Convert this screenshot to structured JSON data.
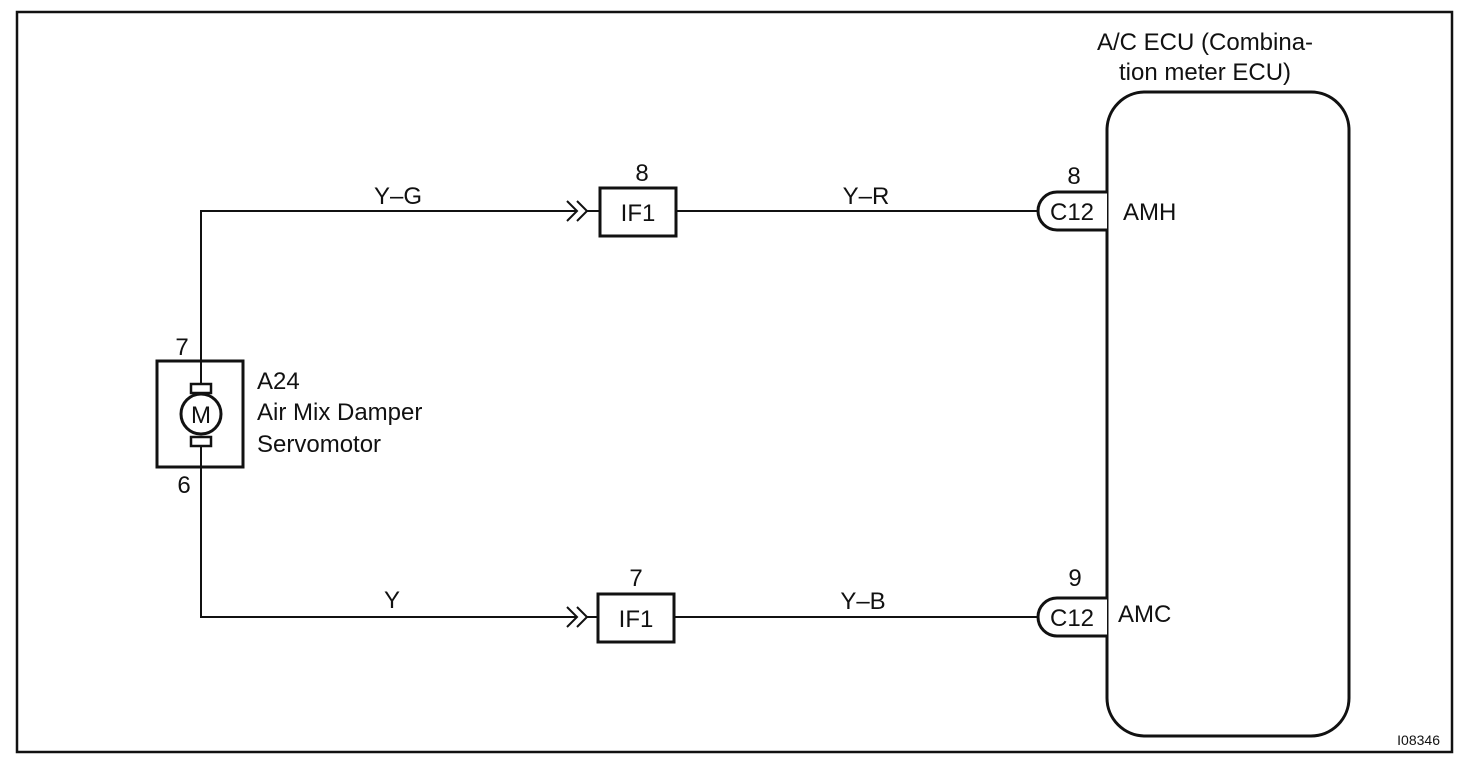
{
  "ecu": {
    "title_line1": "A/C  ECU  (Combina-",
    "title_line2": "tion meter ECU)",
    "terminal_top": "AMH",
    "terminal_bottom": "AMC"
  },
  "motor": {
    "id": "A24",
    "name_line1": "Air Mix Damper",
    "name_line2": "Servomotor",
    "symbol": "M",
    "pin_top": "7",
    "pin_bottom": "6"
  },
  "top_circuit": {
    "wire_left": "Y–G",
    "junction": "IF1",
    "junction_pin": "8",
    "wire_right": "Y–R",
    "connector": "C12",
    "connector_pin": "8"
  },
  "bottom_circuit": {
    "wire_left": "Y",
    "junction": "IF1",
    "junction_pin": "7",
    "wire_right": "Y–B",
    "connector": "C12",
    "connector_pin": "9"
  },
  "figure_code": "I08346"
}
